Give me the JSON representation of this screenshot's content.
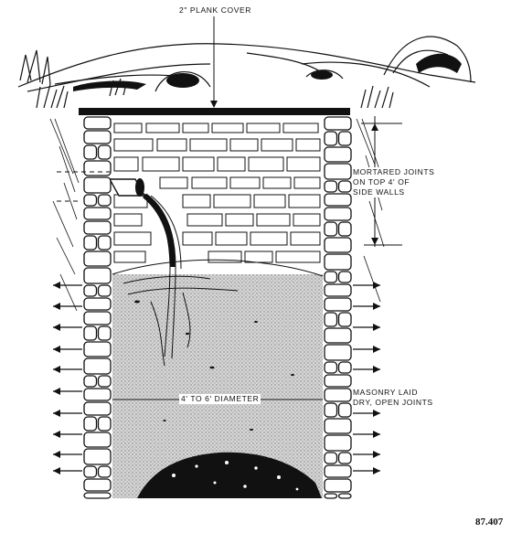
{
  "labels": {
    "plank_cover": "2\" PLANK COVER",
    "mortared_line1": "MORTARED JOINTS",
    "mortared_line2": "ON TOP 4' OF",
    "mortared_line3": "SIDE WALLS",
    "masonry_line1": "MASONRY LAID",
    "masonry_line2": "DRY, OPEN JOINTS",
    "diameter": "4' TO 6' DIAMETER",
    "figure_number": "87.407"
  },
  "colors": {
    "ink": "#111111",
    "liquid_stipple": "#9a9a9a",
    "background": "#ffffff"
  }
}
